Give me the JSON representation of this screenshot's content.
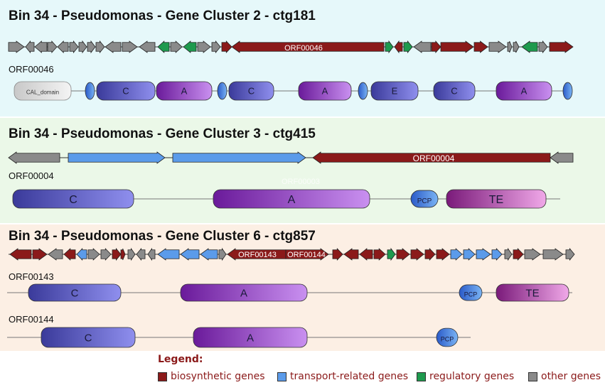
{
  "colors": {
    "biosynthetic": "#8b1a1a",
    "transport": "#5b9bea",
    "regulatory": "#1e9a4e",
    "other": "#8a8a8a",
    "panel_cluster2": "#e6f8fa",
    "panel_cluster3": "#ebf8e8",
    "panel_cluster6": "#fcefe4"
  },
  "clusters": [
    {
      "title": "Bin 34 - Pseudomonas - Gene Cluster 2 - ctg181",
      "gene_label": "ORF00046",
      "orfs": [
        {
          "name": "ORF00046",
          "domains": [
            {
              "label": "CAL_domain",
              "type": "CAL"
            },
            {
              "label": "",
              "type": "PCP"
            },
            {
              "label": "C",
              "type": "C"
            },
            {
              "label": "A",
              "type": "A"
            },
            {
              "label": "",
              "type": "PCP"
            },
            {
              "label": "C",
              "type": "C"
            },
            {
              "label": "A",
              "type": "A"
            },
            {
              "label": "",
              "type": "PCP"
            },
            {
              "label": "E",
              "type": "C"
            },
            {
              "label": "C",
              "type": "C"
            },
            {
              "label": "A",
              "type": "A"
            },
            {
              "label": "",
              "type": "PCP"
            }
          ]
        }
      ]
    },
    {
      "title": "Bin 34 - Pseudomonas - Gene Cluster 3 - ctg415",
      "gene_label": "ORF00004",
      "ghost_label": "ORF00003",
      "orfs": [
        {
          "name": "ORF00004",
          "domains": [
            {
              "label": "C",
              "type": "C"
            },
            {
              "label": "A",
              "type": "A"
            },
            {
              "label": "PCP",
              "type": "PCP"
            },
            {
              "label": "TE",
              "type": "TE"
            }
          ]
        }
      ]
    },
    {
      "title": "Bin 34 - Pseudomonas - Gene Cluster 6 - ctg857",
      "gene_labels": [
        "ORF00143",
        "ORF00144"
      ],
      "orfs": [
        {
          "name": "ORF00143",
          "domains": [
            {
              "label": "C",
              "type": "C"
            },
            {
              "label": "A",
              "type": "A"
            },
            {
              "label": "PCP",
              "type": "PCP"
            },
            {
              "label": "TE",
              "type": "TE"
            }
          ]
        },
        {
          "name": "ORF00144",
          "domains": [
            {
              "label": "C",
              "type": "C"
            },
            {
              "label": "A",
              "type": "A"
            },
            {
              "label": "PCP",
              "type": "PCP"
            }
          ]
        }
      ]
    }
  ],
  "legend": {
    "title": "Legend:",
    "items": [
      {
        "label": "biosynthetic genes",
        "color": "#8b1a1a"
      },
      {
        "label": "transport-related genes",
        "color": "#5b9bea"
      },
      {
        "label": "regulatory genes",
        "color": "#1e9a4e"
      },
      {
        "label": "other genes",
        "color": "#8a8a8a"
      }
    ]
  }
}
